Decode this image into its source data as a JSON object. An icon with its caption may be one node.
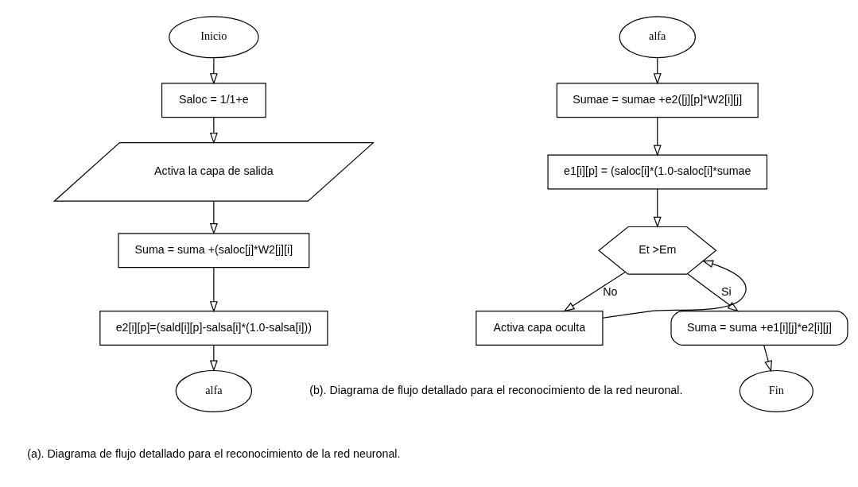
{
  "diagram": {
    "nodes": [
      {
        "text": [
          "Inicio"
        ]
      },
      {
        "text": [
          "Saloc = 1/1+e"
        ]
      },
      {
        "text": [
          "Activa la capa de salida"
        ]
      },
      {
        "text": [
          "Suma = suma +(saloc[j]*W2[j][i]"
        ]
      },
      {
        "text": [
          "e2[i][p]=(sald[i][p]-salsa[i]*(1.0-salsa[i]))"
        ]
      },
      {
        "text": [
          "alfa"
        ]
      },
      {
        "text": [
          "alfa"
        ]
      },
      {
        "text": [
          "Sumae = sumae +e2([j][p]*W2[i][j]"
        ]
      },
      {
        "text": [
          "e1[i][p] = (saloc[i]*(1.0-saloc[i]*sumae"
        ]
      },
      {
        "text": [
          "Et >Em"
        ]
      },
      {
        "text": [
          "Activa capa oculta"
        ]
      },
      {
        "text": [
          "Suma = suma +e1[i][j]*e2[i][j]"
        ]
      },
      {
        "text": [
          "Fin"
        ]
      }
    ],
    "edges": [
      {
        "from": 0,
        "to": 1,
        "arrow": "to"
      },
      {
        "from": 1,
        "to": 2,
        "arrow": "to"
      },
      {
        "from": 2,
        "to": 3,
        "arrow": "to"
      },
      {
        "from": 3,
        "to": 4,
        "arrow": "to"
      },
      {
        "from": 4,
        "to": 5,
        "arrow": "to"
      },
      {
        "from": 6,
        "to": 7,
        "arrow": "to"
      },
      {
        "from": 7,
        "to": 8,
        "arrow": "to"
      },
      {
        "from": 8,
        "to": 9,
        "arrow": "to"
      },
      {
        "from": 9,
        "to": 10,
        "arrow": "to",
        "label": "No"
      },
      {
        "from": 10,
        "to": 9,
        "arrow": "to"
      },
      {
        "from": 9,
        "to": 11,
        "arrow": "to",
        "label": "Si"
      },
      {
        "from": 11,
        "to": 12,
        "arrow": "to"
      }
    ],
    "labels": [
      "(a). Diagrama de flujo detallado para el reconocimiento de la red neuronal.",
      "(b). Diagrama de flujo detallado para el reconocimiento de la red neuronal."
    ]
  }
}
